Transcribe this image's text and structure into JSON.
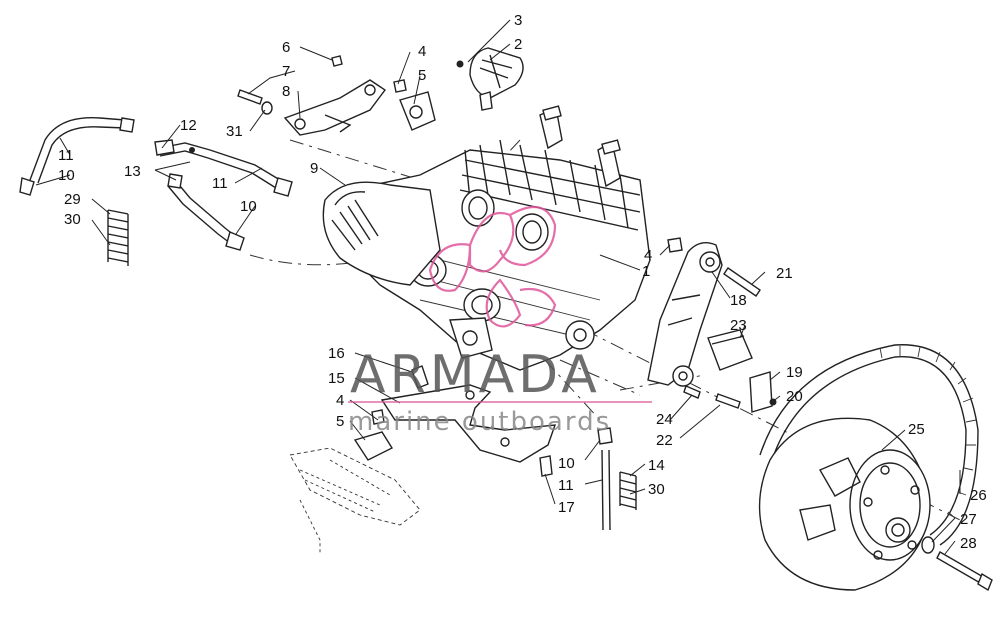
{
  "watermark": {
    "title": "ARMADA",
    "subtitle": "marine outboards",
    "logo_color": "#e0559a"
  },
  "callouts": [
    {
      "id": "c1",
      "label": "1"
    },
    {
      "id": "c2",
      "label": "2"
    },
    {
      "id": "c3",
      "label": "3"
    },
    {
      "id": "c4a",
      "label": "4"
    },
    {
      "id": "c4b",
      "label": "4"
    },
    {
      "id": "c4c",
      "label": "4"
    },
    {
      "id": "c5a",
      "label": "5"
    },
    {
      "id": "c5b",
      "label": "5"
    },
    {
      "id": "c6",
      "label": "6"
    },
    {
      "id": "c7",
      "label": "7"
    },
    {
      "id": "c8",
      "label": "8"
    },
    {
      "id": "c9",
      "label": "9"
    },
    {
      "id": "c10a",
      "label": "10"
    },
    {
      "id": "c10b",
      "label": "10"
    },
    {
      "id": "c10c",
      "label": "10"
    },
    {
      "id": "c11a",
      "label": "11"
    },
    {
      "id": "c11b",
      "label": "11"
    },
    {
      "id": "c11c",
      "label": "11"
    },
    {
      "id": "c12",
      "label": "12"
    },
    {
      "id": "c13",
      "label": "13"
    },
    {
      "id": "c14",
      "label": "14"
    },
    {
      "id": "c15",
      "label": "15"
    },
    {
      "id": "c16",
      "label": "16"
    },
    {
      "id": "c17",
      "label": "17"
    },
    {
      "id": "c18",
      "label": "18"
    },
    {
      "id": "c19",
      "label": "19"
    },
    {
      "id": "c20",
      "label": "20"
    },
    {
      "id": "c21",
      "label": "21"
    },
    {
      "id": "c22",
      "label": "22"
    },
    {
      "id": "c23",
      "label": "23"
    },
    {
      "id": "c24",
      "label": "24"
    },
    {
      "id": "c25",
      "label": "25"
    },
    {
      "id": "c26",
      "label": "26"
    },
    {
      "id": "c27",
      "label": "27"
    },
    {
      "id": "c28",
      "label": "28"
    },
    {
      "id": "c29",
      "label": "29"
    },
    {
      "id": "c30a",
      "label": "30"
    },
    {
      "id": "c30b",
      "label": "30"
    },
    {
      "id": "c31",
      "label": "31"
    }
  ]
}
